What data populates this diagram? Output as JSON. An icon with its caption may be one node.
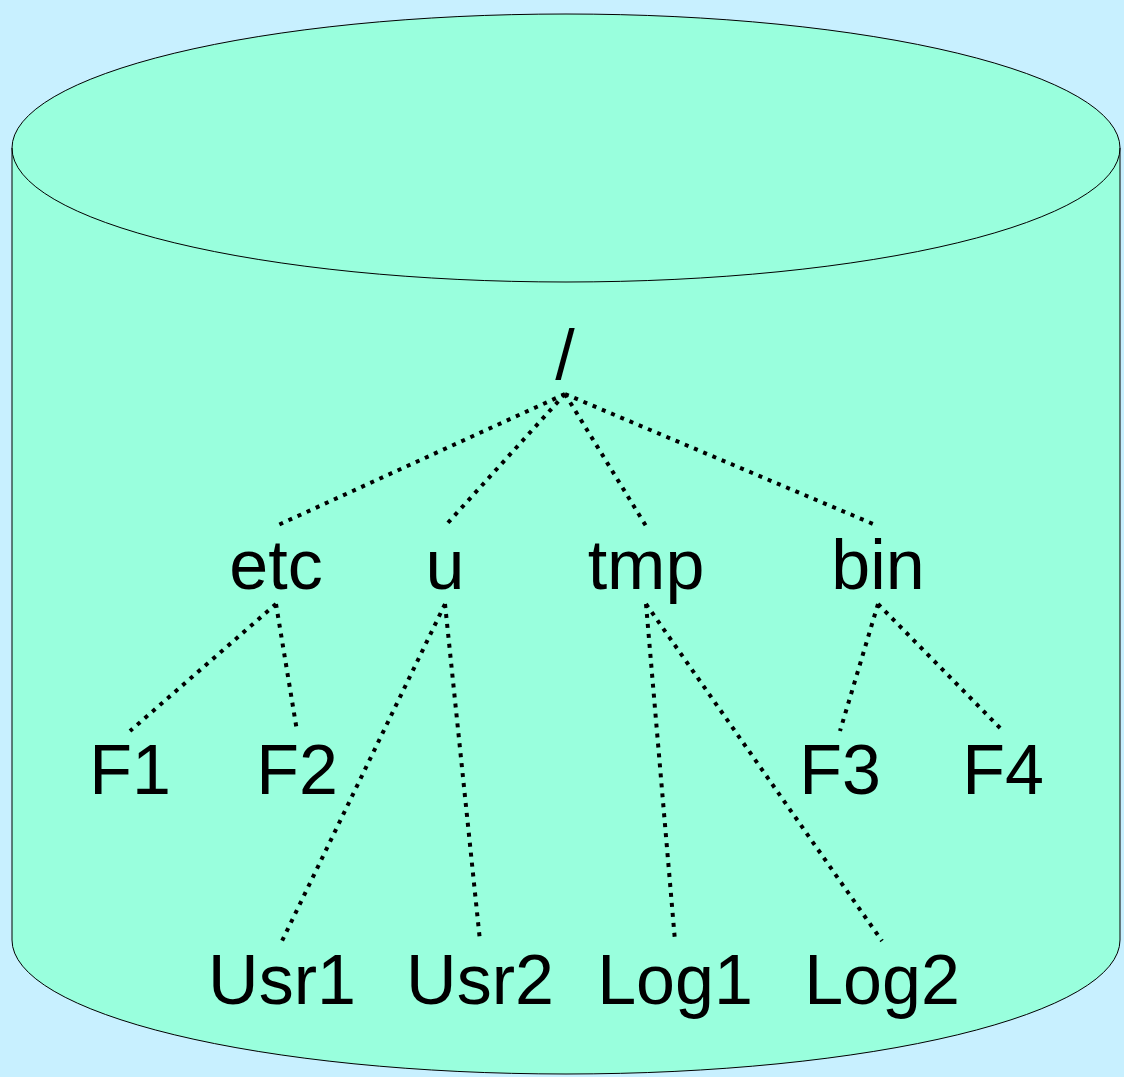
{
  "diagram": {
    "nodes": [
      {
        "text": [],
        "shape": "cylinder"
      },
      {
        "text": [
          "/"
        ],
        "in": 0
      },
      {
        "text": [
          "etc"
        ],
        "in": 0
      },
      {
        "text": [
          "u"
        ],
        "in": 0
      },
      {
        "text": [
          "tmp"
        ],
        "in": 0
      },
      {
        "text": [
          "bin"
        ],
        "in": 0
      },
      {
        "text": [
          "F1"
        ],
        "in": 0
      },
      {
        "text": [
          "F2"
        ],
        "in": 0
      },
      {
        "text": [
          "F3"
        ],
        "in": 0
      },
      {
        "text": [
          "F4"
        ],
        "in": 0
      },
      {
        "text": [
          "Usr1"
        ],
        "in": 0
      },
      {
        "text": [
          "Usr2"
        ],
        "in": 0
      },
      {
        "text": [
          "Log1"
        ],
        "in": 0
      },
      {
        "text": [
          "Log2"
        ],
        "in": 0
      }
    ],
    "edges": [
      {
        "from": 1,
        "to": 2,
        "arrow": "none",
        "style": "dashed"
      },
      {
        "from": 1,
        "to": 3,
        "arrow": "none",
        "style": "dashed"
      },
      {
        "from": 1,
        "to": 4,
        "arrow": "none",
        "style": "dashed"
      },
      {
        "from": 1,
        "to": 5,
        "arrow": "none",
        "style": "dashed"
      },
      {
        "from": 2,
        "to": 6,
        "arrow": "none",
        "style": "dashed"
      },
      {
        "from": 2,
        "to": 7,
        "arrow": "none",
        "style": "dashed"
      },
      {
        "from": 3,
        "to": 10,
        "arrow": "none",
        "style": "dashed"
      },
      {
        "from": 3,
        "to": 11,
        "arrow": "none",
        "style": "dashed"
      },
      {
        "from": 4,
        "to": 12,
        "arrow": "none",
        "style": "dashed"
      },
      {
        "from": 4,
        "to": 13,
        "arrow": "none",
        "style": "dashed"
      },
      {
        "from": 5,
        "to": 8,
        "arrow": "none",
        "style": "dashed"
      },
      {
        "from": 5,
        "to": 9,
        "arrow": "none",
        "style": "dashed"
      }
    ]
  }
}
